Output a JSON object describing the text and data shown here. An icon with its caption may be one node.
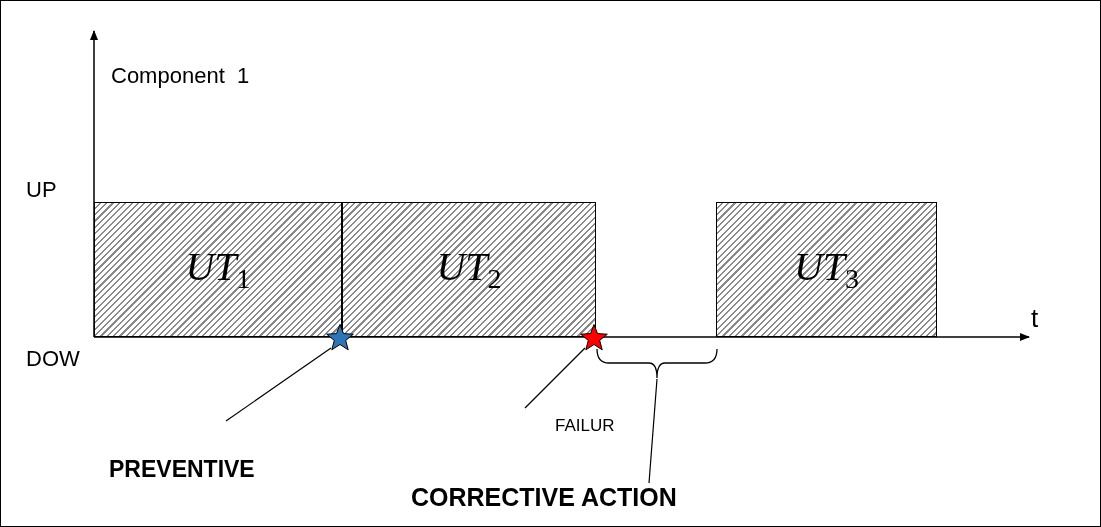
{
  "diagram": {
    "nodes": [
      {
        "text": [
          "*UT*$_{1}$"
        ]
      },
      {
        "text": [
          "*UT*$_{2}$"
        ]
      },
      {
        "text": [
          "*UT*$_{3}$"
        ]
      },
      {
        "text": [],
        "shape": "star"
      },
      {
        "text": [],
        "shape": "star"
      },
      {
        "text": [
          "PREVENTIVE"
        ]
      },
      {
        "text": [
          "FAILUR"
        ]
      },
      {
        "text": [],
        "shape": "brace"
      },
      {
        "text": [
          "CORRECTIVE ACTION"
        ]
      }
    ],
    "edges": [
      {
        "from": 5,
        "to": 3,
        "arrow": "none"
      },
      {
        "from": 6,
        "to": 4,
        "arrow": "none"
      },
      {
        "from": 8,
        "to": 7,
        "arrow": "none"
      }
    ],
    "labels": [
      "Component  1",
      "UP",
      "DOW",
      "t"
    ]
  }
}
